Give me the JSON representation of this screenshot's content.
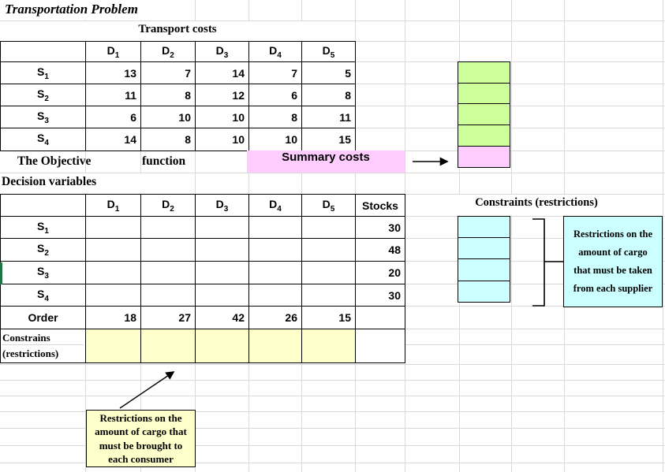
{
  "title": "Transportation Problem",
  "colors": {
    "green": "#ccff99",
    "pink": "#ffccff",
    "cyan": "#ccffff",
    "yellow": "#ffffcc",
    "gridline": "#d9d9d9",
    "row_indicator": "#217346"
  },
  "cost_table": {
    "caption": "Transport costs",
    "columns": [
      {
        "base": "D",
        "sub": "1"
      },
      {
        "base": "D",
        "sub": "2"
      },
      {
        "base": "D",
        "sub": "3"
      },
      {
        "base": "D",
        "sub": "4"
      },
      {
        "base": "D",
        "sub": "5"
      }
    ],
    "rows": [
      {
        "label": {
          "base": "S",
          "sub": "1"
        },
        "values": [
          "13",
          "7",
          "14",
          "7",
          "5"
        ]
      },
      {
        "label": {
          "base": "S",
          "sub": "2"
        },
        "values": [
          "11",
          "8",
          "12",
          "6",
          "8"
        ]
      },
      {
        "label": {
          "base": "S",
          "sub": "3"
        },
        "values": [
          "6",
          "10",
          "10",
          "8",
          "11"
        ]
      },
      {
        "label": {
          "base": "S",
          "sub": "4"
        },
        "values": [
          "14",
          "8",
          "10",
          "10",
          "15"
        ]
      }
    ]
  },
  "objective": {
    "label_left": "The Objective",
    "label_right": "function",
    "summary_label": "Summary costs"
  },
  "decision": {
    "heading": "Decision variables",
    "columns": [
      {
        "base": "D",
        "sub": "1"
      },
      {
        "base": "D",
        "sub": "2"
      },
      {
        "base": "D",
        "sub": "3"
      },
      {
        "base": "D",
        "sub": "4"
      },
      {
        "base": "D",
        "sub": "5"
      }
    ],
    "stocks_header": "Stocks",
    "rows": [
      {
        "label": {
          "base": "S",
          "sub": "1"
        },
        "stock": "30"
      },
      {
        "label": {
          "base": "S",
          "sub": "2"
        },
        "stock": "48"
      },
      {
        "label": {
          "base": "S",
          "sub": "3"
        },
        "stock": "20"
      },
      {
        "label": {
          "base": "S",
          "sub": "4"
        },
        "stock": "30"
      }
    ],
    "order": {
      "label": "Order",
      "values": [
        "18",
        "27",
        "42",
        "26",
        "15"
      ]
    },
    "constrains": {
      "line1": "Constrains",
      "line2": "(restrictions)"
    }
  },
  "constraints_panel": {
    "heading": "Constraints (restrictions)",
    "note": {
      "lines": [
        "Restrictions on the",
        "amount of cargo",
        "that must be taken",
        "from each supplier"
      ]
    }
  },
  "consumer_note": {
    "lines": [
      "Restrictions on the",
      "amount of cargo that",
      "must be brought to",
      "each consumer"
    ]
  }
}
